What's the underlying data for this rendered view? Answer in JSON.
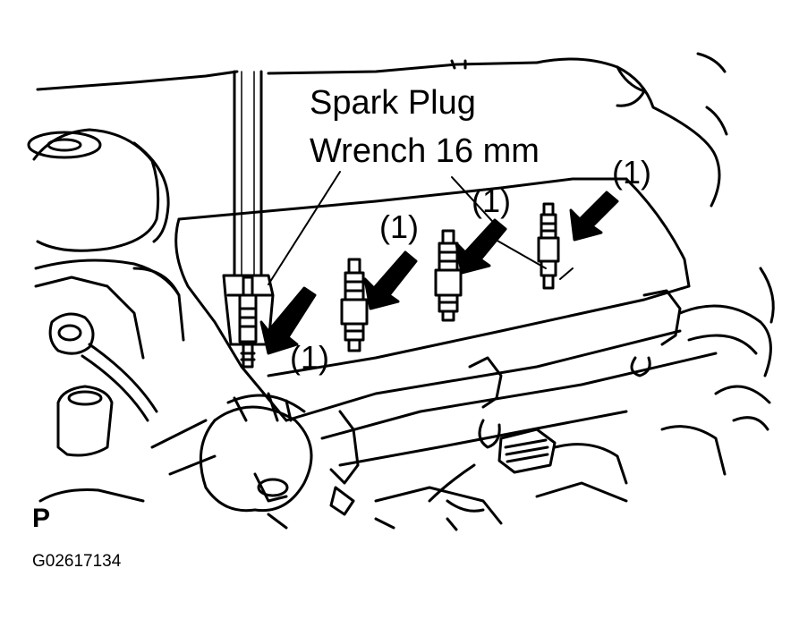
{
  "tool_label": {
    "line1": "Spark Plug",
    "line2": "Wrench 16 mm"
  },
  "callouts": [
    {
      "text": "(1)"
    },
    {
      "text": "(1)"
    },
    {
      "text": "(1)"
    },
    {
      "text": "(1)"
    }
  ],
  "view_letter": "P",
  "figure_id": "G02617134",
  "colors": {
    "ink": "#000000",
    "paper": "#ffffff"
  }
}
